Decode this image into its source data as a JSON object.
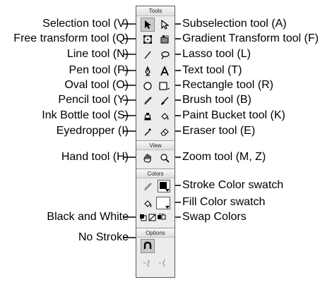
{
  "panel": {
    "section_tools": "Tools",
    "section_view": "View",
    "section_colors": "Colors",
    "section_options": "Options"
  },
  "labels": {
    "selection": "Selection tool (V)",
    "subselection": "Subselection tool (A)",
    "free_transform": "Free transform tool (Q)",
    "gradient_transform": "Gradient Transform tool (F)",
    "line": "Line tool (N)",
    "lasso": "Lasso tool (L)",
    "pen": "Pen tool (P)",
    "text": "Text tool (T)",
    "oval": "Oval tool (O)",
    "rectangle": "Rectangle tool (R)",
    "pencil": "Pencil tool (Y)",
    "brush": "Brush tool (B)",
    "ink_bottle": "Ink Bottle tool (S)",
    "paint_bucket": "Paint Bucket tool (K)",
    "eyedropper": "Eyedropper (I)",
    "eraser": "Eraser tool (E)",
    "hand": "Hand tool (H)",
    "zoom": "Zoom tool (M, Z)",
    "stroke_swatch": "Stroke Color swatch",
    "fill_swatch": "Fill Color swatch",
    "black_white": "Black and White",
    "swap_colors": "Swap Colors",
    "no_stroke": "No Stroke"
  },
  "icons": {
    "selection": "arrow-icon",
    "subselection": "hollow-arrow-icon",
    "free_transform": "free-transform-icon",
    "gradient_transform": "gradient-transform-icon",
    "line": "line-icon",
    "lasso": "lasso-icon",
    "pen": "pen-nib-icon",
    "text": "text-a-icon",
    "oval": "oval-icon",
    "rectangle": "rectangle-icon",
    "pencil": "pencil-icon",
    "brush": "brush-icon",
    "ink_bottle": "ink-bottle-icon",
    "paint_bucket": "paint-bucket-icon",
    "eyedropper": "eyedropper-icon",
    "eraser": "eraser-icon",
    "hand": "hand-icon",
    "zoom": "magnifier-icon"
  },
  "colors": {
    "stroke_color": "#000000",
    "fill_color": "#ffffff",
    "panel_bg": "#ececec"
  }
}
